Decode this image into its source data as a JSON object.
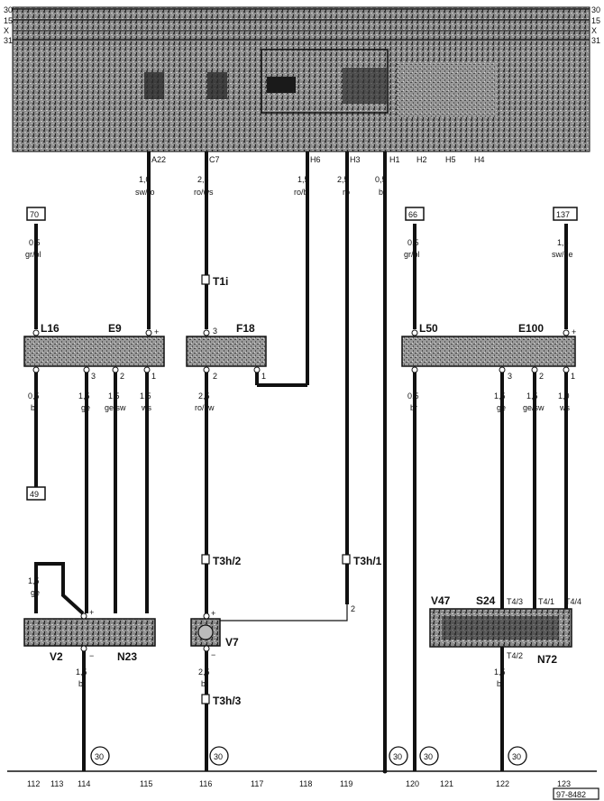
{
  "bus_labels": [
    "30",
    "15",
    "X",
    "31"
  ],
  "figure_id": "97-8482",
  "top_connectors": [
    "A22",
    "C7",
    "H6",
    "H3",
    "H1",
    "H2",
    "H5",
    "H4"
  ],
  "wires": {
    "a22": {
      "size": "1,0",
      "color": "sw/ro"
    },
    "c7": {
      "size": "2,5",
      "color": "ro/ws"
    },
    "h6": {
      "size": "1,5",
      "color": "ro/bl"
    },
    "h3": {
      "size": "2,5",
      "color": "ro"
    },
    "h1": {
      "size": "0,5",
      "color": "br"
    },
    "ref70": {
      "size": "0,5",
      "color": "gr/bl"
    },
    "ref66": {
      "size": "0,5",
      "color": "gr/bl"
    },
    "ref137": {
      "size": "1,5",
      "color": "sw/ge"
    },
    "e9_out": [
      {
        "size": "0,5",
        "color": "br"
      },
      {
        "size": "1,5",
        "color": "ge"
      },
      {
        "size": "1,5",
        "color": "ge/sw"
      },
      {
        "size": "1,5",
        "color": "ws"
      }
    ],
    "f18_out": {
      "size": "2,5",
      "color": "ro/sw"
    },
    "e100_out": [
      {
        "size": "0,5",
        "color": "br"
      },
      {
        "size": "1,5",
        "color": "ge"
      },
      {
        "size": "1,5",
        "color": "ge/sw"
      },
      {
        "size": "1,0",
        "color": "ws"
      }
    ],
    "v2_in": {
      "size": "1,5",
      "color": "ge"
    },
    "v2_gnd": {
      "size": "1,5",
      "color": "br"
    },
    "v7_gnd": {
      "size": "2,5",
      "color": "br"
    },
    "n72_gnd": {
      "size": "1,5",
      "color": "br"
    }
  },
  "refs": {
    "r70": "70",
    "r49": "49",
    "r66": "66",
    "r137": "137"
  },
  "components": {
    "e9": "E9",
    "l16": "L16",
    "f18": "F18",
    "t1i": "T1i",
    "l50": "L50",
    "e100": "E100",
    "v2": "V2",
    "n23": "N23",
    "v7": "V7",
    "v47": "V47",
    "s24": "S24",
    "n72": "N72",
    "t3h2": "T3h/2",
    "t3h1": "T3h/1",
    "t3h3": "T3h/3"
  },
  "pins": {
    "three": "3",
    "two": "2",
    "one": "1",
    "plus": "+",
    "minus": "−",
    "t43": "T4/3",
    "t41": "T4/1",
    "t44": "T4/4",
    "t42": "T4/2"
  },
  "ground_label": "30",
  "bottom_numbers": [
    "112",
    "113",
    "114",
    "115",
    "116",
    "117",
    "118",
    "119",
    "120",
    "121",
    "122",
    "123"
  ]
}
